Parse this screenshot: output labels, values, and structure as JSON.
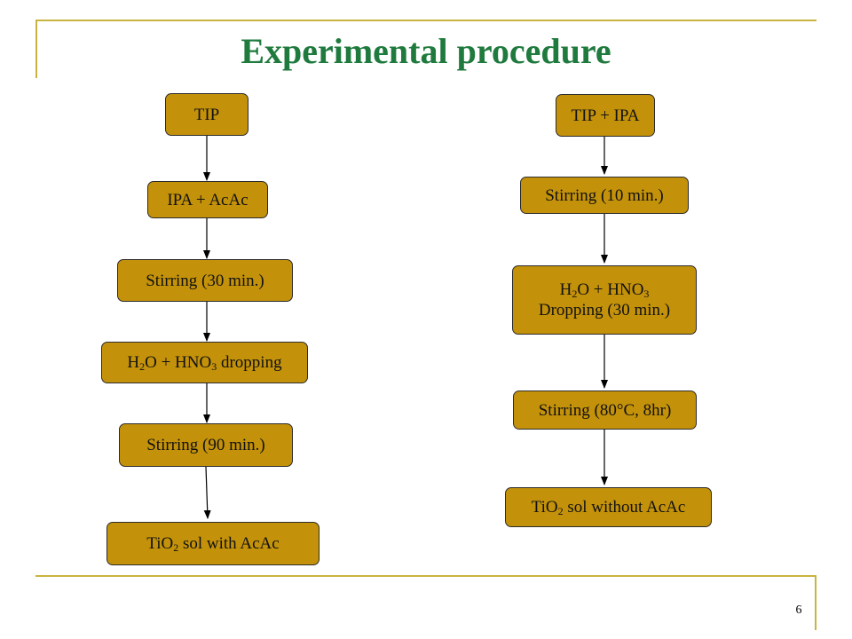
{
  "title": "Experimental procedure",
  "page_number": "6",
  "colors": {
    "title": "#1f7a3e",
    "box_fill": "#c4920a",
    "box_border": "#2b2b2b",
    "decor_line": "#c8b440"
  },
  "left_flow": [
    {
      "text": "TIP"
    },
    {
      "text": "IPA + AcAc"
    },
    {
      "text": "Stirring (30 min.)"
    },
    {
      "pre": "H",
      "sub1": "2",
      "mid": "O + HNO",
      "sub2": "3",
      "post": " dropping"
    },
    {
      "text": "Stirring (90 min.)"
    },
    {
      "pre": "TiO",
      "sub1": "2",
      "post": " sol with AcAc"
    }
  ],
  "right_flow": [
    {
      "text": "TIP + IPA"
    },
    {
      "text": "Stirring (10 min.)"
    },
    {
      "pre": "H",
      "sub1": "2",
      "mid": "O + HNO",
      "sub2": "3",
      "line2": "Dropping (30 min.)"
    },
    {
      "text": "Stirring (80°C, 8hr)"
    },
    {
      "pre": "TiO",
      "sub1": "2",
      "post": " sol without AcAc"
    }
  ]
}
